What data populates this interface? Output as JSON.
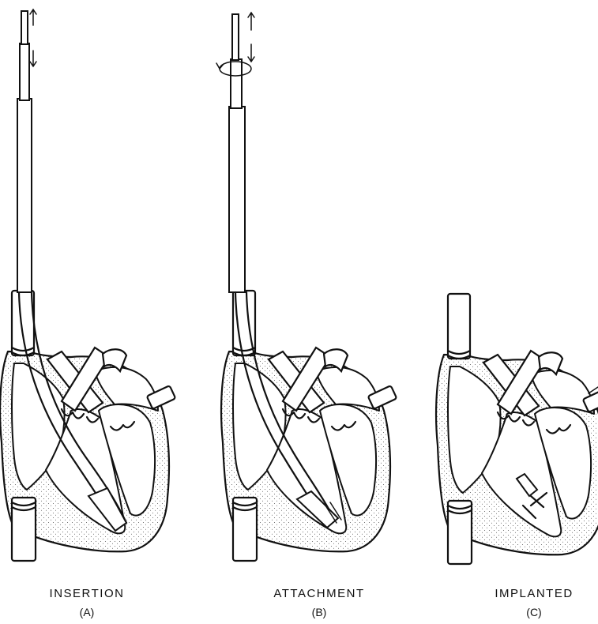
{
  "panels": [
    {
      "title": "INSERTION",
      "subtitle": "(A)"
    },
    {
      "title": "ATTACHMENT",
      "subtitle": "(B)"
    },
    {
      "title": "IMPLANTED",
      "subtitle": "(C)"
    }
  ],
  "colors": {
    "ink": "#111111",
    "background": "#ffffff",
    "stipple": "#555555"
  },
  "icons": [
    "up-down-arrows-icon",
    "rotation-arrow-icon"
  ]
}
